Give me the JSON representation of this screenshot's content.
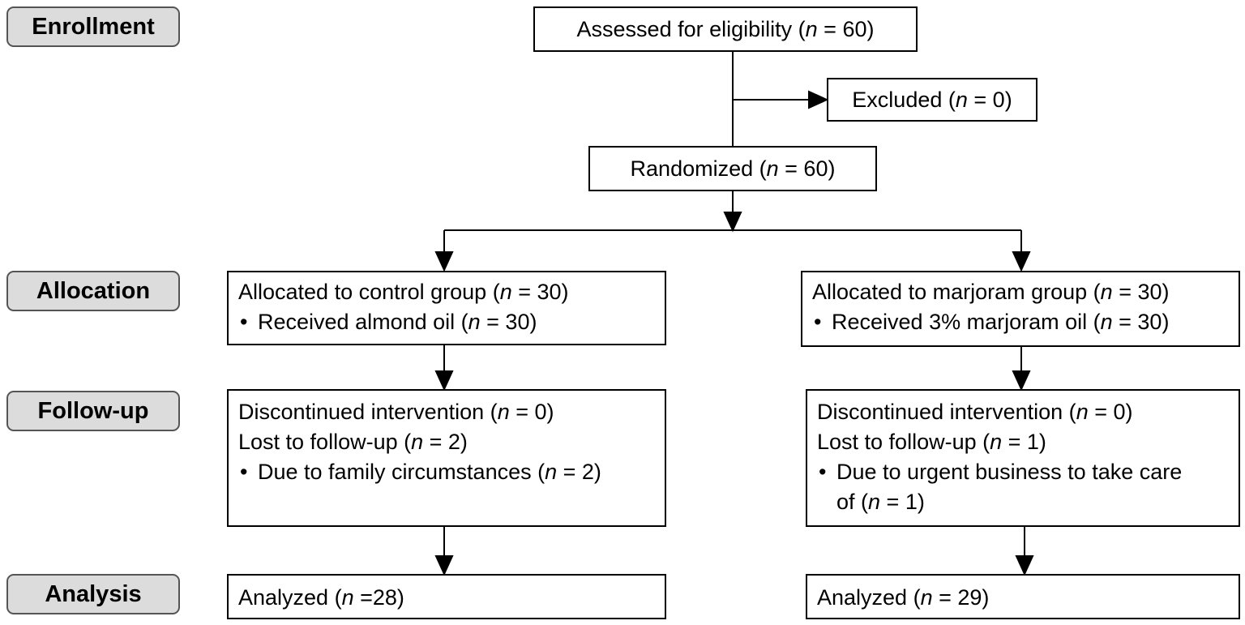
{
  "stages": {
    "enrollment": "Enrollment",
    "allocation": "Allocation",
    "followup": "Follow-up",
    "analysis": "Analysis"
  },
  "n_symbol": "n",
  "bullet": "•",
  "assessed": {
    "pre": "Assessed for eligibility (",
    "post": " = 60)"
  },
  "excluded": {
    "pre": "Excluded (",
    "post": " = 0)"
  },
  "randomized": {
    "pre": "Randomized (",
    "post": " = 60)"
  },
  "control": {
    "allocated": {
      "pre": "Allocated to control group (",
      "post": " = 30)"
    },
    "received": {
      "pre": "Received almond oil (",
      "post": " = 30)"
    },
    "discontinued": {
      "pre": "Discontinued intervention (",
      "post": " = 0)"
    },
    "lost": {
      "pre": "Lost to follow-up (",
      "post": " = 2)"
    },
    "reason": {
      "pre": "Due to family circumstances (",
      "post": " = 2)"
    },
    "analyzed": {
      "pre": "Analyzed (",
      "post": " =28)"
    }
  },
  "marjoram": {
    "allocated": {
      "pre": "Allocated to marjoram group (",
      "post": " = 30)"
    },
    "received": {
      "pre": "Received 3% marjoram oil (",
      "post": " = 30)"
    },
    "discontinued": {
      "pre": "Discontinued intervention (",
      "post": " = 0)"
    },
    "lost": {
      "pre": "Lost to follow-up (",
      "post": " = 1)"
    },
    "reason": {
      "pre": "Due to urgent business to take care of (",
      "post": " = 1)"
    },
    "analyzed": {
      "pre": "Analyzed (",
      "post": " = 29)"
    }
  }
}
